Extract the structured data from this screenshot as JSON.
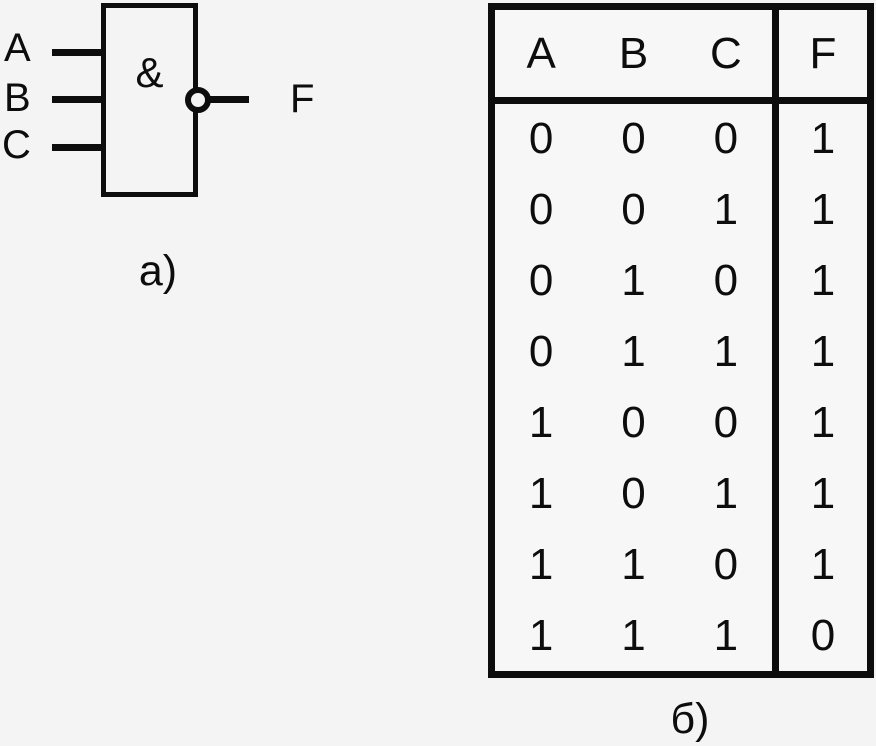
{
  "colors": {
    "background": "#f4f4f4",
    "ink": "#0d0d0d"
  },
  "diagram": {
    "gate_symbol": "&",
    "inputs": [
      "A",
      "B",
      "C"
    ],
    "output_label": "F",
    "caption": "а)"
  },
  "truth_table": {
    "headers": [
      "A",
      "B",
      "C",
      "F"
    ],
    "rows": [
      [
        "0",
        "0",
        "0",
        "1"
      ],
      [
        "0",
        "0",
        "1",
        "1"
      ],
      [
        "0",
        "1",
        "0",
        "1"
      ],
      [
        "0",
        "1",
        "1",
        "1"
      ],
      [
        "1",
        "0",
        "0",
        "1"
      ],
      [
        "1",
        "0",
        "1",
        "1"
      ],
      [
        "1",
        "1",
        "0",
        "1"
      ],
      [
        "1",
        "1",
        "1",
        "0"
      ]
    ],
    "caption": "б)"
  }
}
